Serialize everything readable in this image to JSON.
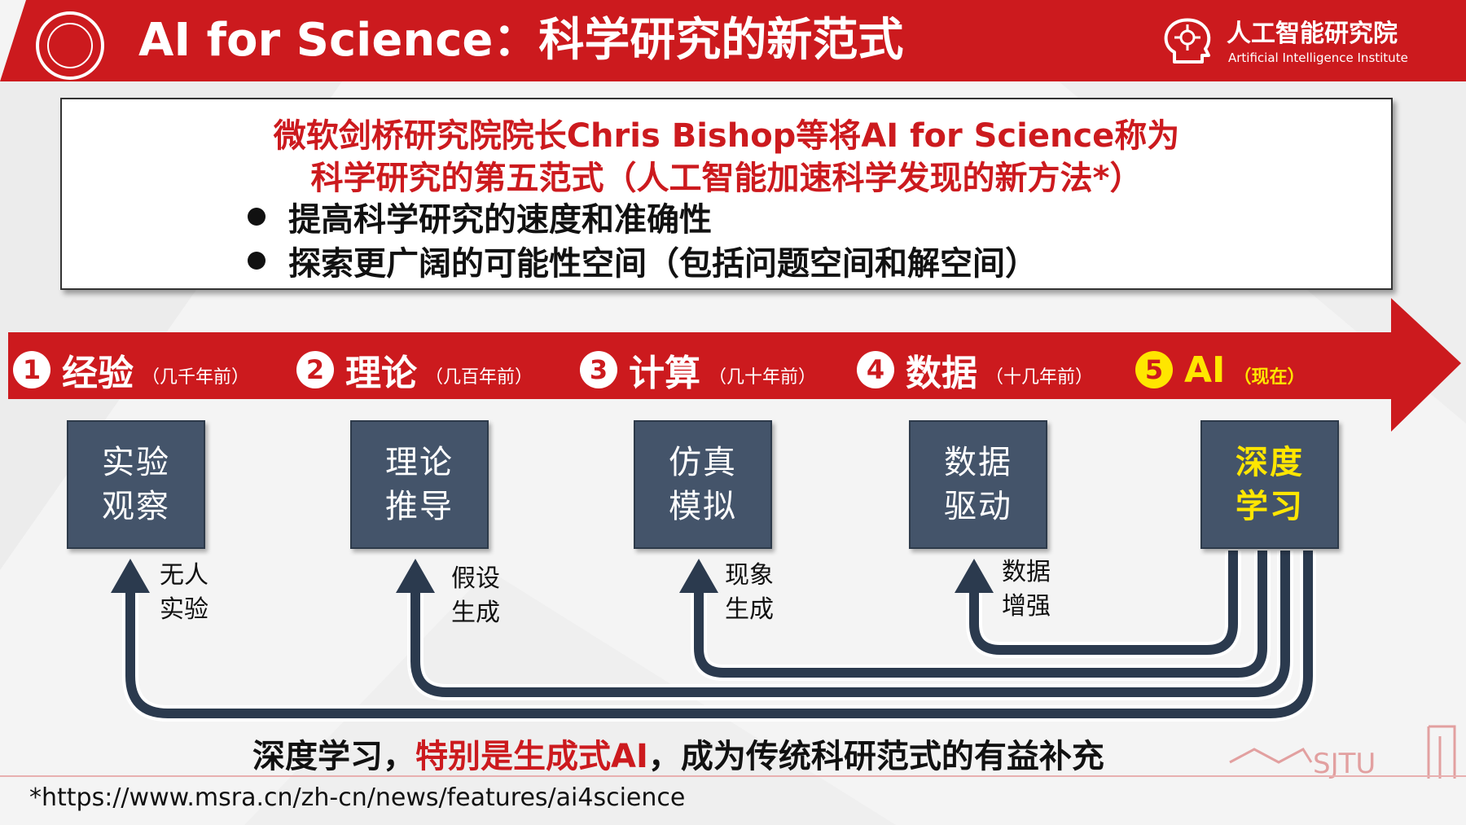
{
  "header": {
    "title": "AI for Science：科学研究的新范式",
    "institute_cn": "人工智能研究院",
    "institute_en": "Artificial Intelligence Institute"
  },
  "quote": {
    "line1": "微软剑桥研究院院长Chris Bishop等将AI for Science称为",
    "line2": "科学研究的第五范式（人工智能加速科学发现的新方法*）",
    "bullets": [
      "提高科学研究的速度和准确性",
      "探索更广阔的可能性空间（包括问题空间和解空间）"
    ]
  },
  "stages": [
    {
      "num": "1",
      "name": "经验",
      "era": "（几千年前）"
    },
    {
      "num": "2",
      "name": "理论",
      "era": "（几百年前）"
    },
    {
      "num": "3",
      "name": "计算",
      "era": "（几十年前）"
    },
    {
      "num": "4",
      "name": "数据",
      "era": "（十几年前）"
    },
    {
      "num": "5",
      "name": "AI",
      "era": "（现在）"
    }
  ],
  "methods": [
    {
      "line1": "实验",
      "line2": "观察"
    },
    {
      "line1": "理论",
      "line2": "推导"
    },
    {
      "line1": "仿真",
      "line2": "模拟"
    },
    {
      "line1": "数据",
      "line2": "驱动"
    },
    {
      "line1": "深度",
      "line2": "学习"
    }
  ],
  "flow_labels": [
    {
      "line1": "无人",
      "line2": "实验"
    },
    {
      "line1": "假设",
      "line2": "生成"
    },
    {
      "line1": "现象",
      "line2": "生成"
    },
    {
      "line1": "数据",
      "line2": "增强"
    }
  ],
  "conclusion": {
    "part1": "深度学习，",
    "part2": "特别是生成式AI",
    "part3": "，成为传统科研范式的有益补充"
  },
  "footnote": "*https://www.msra.cn/zh-cn/news/features/ai4science",
  "watermark": "SJTU",
  "colors": {
    "brand_red": "#cc1a1e",
    "highlight_yellow": "#ffe600",
    "box_slate": "#44546a",
    "arrow_navy": "#2b3a4e"
  }
}
